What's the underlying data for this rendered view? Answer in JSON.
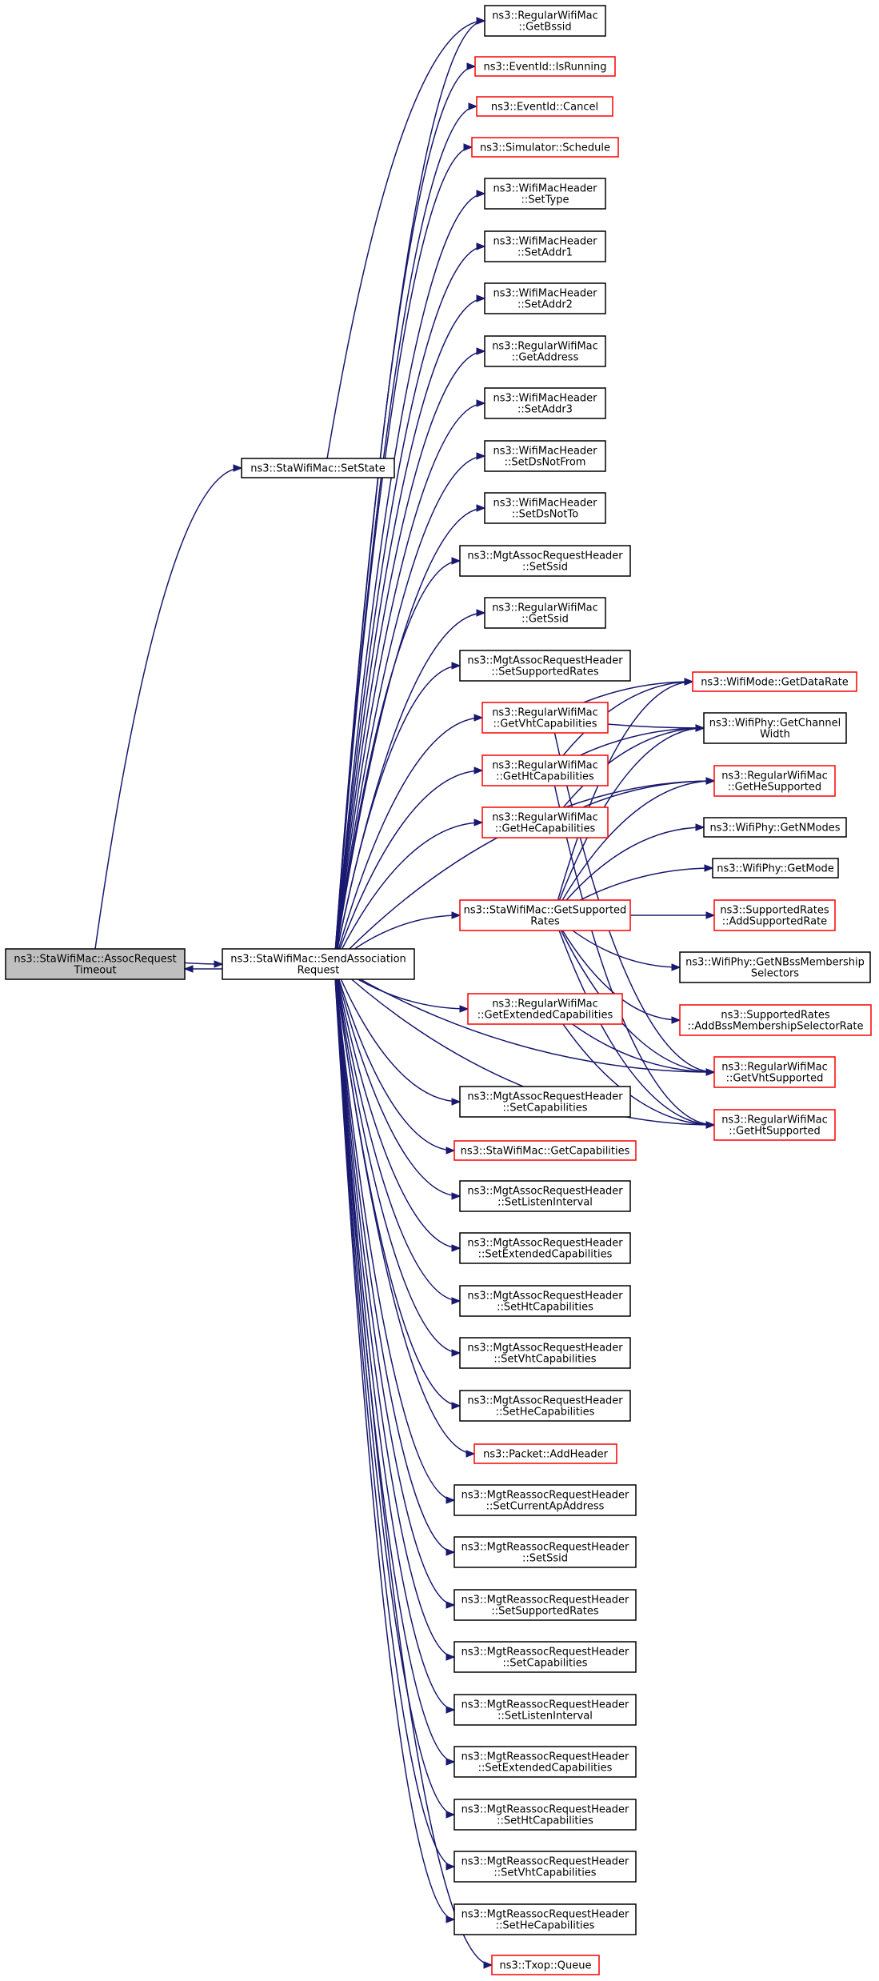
{
  "graph": {
    "root": "AssocRequestTimeout",
    "nodes": [
      {
        "id": "AssocRequestTimeout",
        "lines": [
          "ns3::StaWifiMac::AssocRequest",
          "Timeout"
        ],
        "style": "root"
      },
      {
        "id": "SetState",
        "lines": [
          "ns3::StaWifiMac::SetState"
        ],
        "style": "black"
      },
      {
        "id": "SendAssociationRequest",
        "lines": [
          "ns3::StaWifiMac::SendAssociation",
          "Request"
        ],
        "style": "black"
      },
      {
        "id": "GetBssid",
        "lines": [
          "ns3::RegularWifiMac",
          "::GetBssid"
        ],
        "style": "black"
      },
      {
        "id": "IsRunning",
        "lines": [
          "ns3::EventId::IsRunning"
        ],
        "style": "red"
      },
      {
        "id": "Cancel",
        "lines": [
          "ns3::EventId::Cancel"
        ],
        "style": "red"
      },
      {
        "id": "Schedule",
        "lines": [
          "ns3::Simulator::Schedule"
        ],
        "style": "red"
      },
      {
        "id": "SetType",
        "lines": [
          "ns3::WifiMacHeader",
          "::SetType"
        ],
        "style": "black"
      },
      {
        "id": "SetAddr1",
        "lines": [
          "ns3::WifiMacHeader",
          "::SetAddr1"
        ],
        "style": "black"
      },
      {
        "id": "SetAddr2",
        "lines": [
          "ns3::WifiMacHeader",
          "::SetAddr2"
        ],
        "style": "black"
      },
      {
        "id": "GetAddress",
        "lines": [
          "ns3::RegularWifiMac",
          "::GetAddress"
        ],
        "style": "black"
      },
      {
        "id": "SetAddr3",
        "lines": [
          "ns3::WifiMacHeader",
          "::SetAddr3"
        ],
        "style": "black"
      },
      {
        "id": "SetDsNotFrom",
        "lines": [
          "ns3::WifiMacHeader",
          "::SetDsNotFrom"
        ],
        "style": "black"
      },
      {
        "id": "SetDsNotTo",
        "lines": [
          "ns3::WifiMacHeader",
          "::SetDsNotTo"
        ],
        "style": "black"
      },
      {
        "id": "A_SetSsid",
        "lines": [
          "ns3::MgtAssocRequestHeader",
          "::SetSsid"
        ],
        "style": "black"
      },
      {
        "id": "GetSsid",
        "lines": [
          "ns3::RegularWifiMac",
          "::GetSsid"
        ],
        "style": "black"
      },
      {
        "id": "A_SetSupportedRates",
        "lines": [
          "ns3::MgtAssocRequestHeader",
          "::SetSupportedRates"
        ],
        "style": "black"
      },
      {
        "id": "GetVhtCapabilities",
        "lines": [
          "ns3::RegularWifiMac",
          "::GetVhtCapabilities"
        ],
        "style": "red"
      },
      {
        "id": "GetHtCapabilities",
        "lines": [
          "ns3::RegularWifiMac",
          "::GetHtCapabilities"
        ],
        "style": "red"
      },
      {
        "id": "GetHeCapabilities",
        "lines": [
          "ns3::RegularWifiMac",
          "::GetHeCapabilities"
        ],
        "style": "red"
      },
      {
        "id": "GetSupportedRates",
        "lines": [
          "ns3::StaWifiMac::GetSupported",
          "Rates"
        ],
        "style": "red"
      },
      {
        "id": "GetExtendedCapabilities",
        "lines": [
          "ns3::RegularWifiMac",
          "::GetExtendedCapabilities"
        ],
        "style": "red"
      },
      {
        "id": "A_SetCapabilities",
        "lines": [
          "ns3::MgtAssocRequestHeader",
          "::SetCapabilities"
        ],
        "style": "black"
      },
      {
        "id": "GetCapabilities",
        "lines": [
          "ns3::StaWifiMac::GetCapabilities"
        ],
        "style": "red"
      },
      {
        "id": "A_SetListenInterval",
        "lines": [
          "ns3::MgtAssocRequestHeader",
          "::SetListenInterval"
        ],
        "style": "black"
      },
      {
        "id": "A_SetExtendedCapabilities",
        "lines": [
          "ns3::MgtAssocRequestHeader",
          "::SetExtendedCapabilities"
        ],
        "style": "black"
      },
      {
        "id": "A_SetHtCapabilities",
        "lines": [
          "ns3::MgtAssocRequestHeader",
          "::SetHtCapabilities"
        ],
        "style": "black"
      },
      {
        "id": "A_SetVhtCapabilities",
        "lines": [
          "ns3::MgtAssocRequestHeader",
          "::SetVhtCapabilities"
        ],
        "style": "black"
      },
      {
        "id": "A_SetHeCapabilities",
        "lines": [
          "ns3::MgtAssocRequestHeader",
          "::SetHeCapabilities"
        ],
        "style": "black"
      },
      {
        "id": "AddHeader",
        "lines": [
          "ns3::Packet::AddHeader"
        ],
        "style": "red"
      },
      {
        "id": "R_SetCurrentApAddress",
        "lines": [
          "ns3::MgtReassocRequestHeader",
          "::SetCurrentApAddress"
        ],
        "style": "black"
      },
      {
        "id": "R_SetSsid",
        "lines": [
          "ns3::MgtReassocRequestHeader",
          "::SetSsid"
        ],
        "style": "black"
      },
      {
        "id": "R_SetSupportedRates",
        "lines": [
          "ns3::MgtReassocRequestHeader",
          "::SetSupportedRates"
        ],
        "style": "black"
      },
      {
        "id": "R_SetCapabilities",
        "lines": [
          "ns3::MgtReassocRequestHeader",
          "::SetCapabilities"
        ],
        "style": "black"
      },
      {
        "id": "R_SetListenInterval",
        "lines": [
          "ns3::MgtReassocRequestHeader",
          "::SetListenInterval"
        ],
        "style": "black"
      },
      {
        "id": "R_SetExtendedCapabilities",
        "lines": [
          "ns3::MgtReassocRequestHeader",
          "::SetExtendedCapabilities"
        ],
        "style": "black"
      },
      {
        "id": "R_SetHtCapabilities",
        "lines": [
          "ns3::MgtReassocRequestHeader",
          "::SetHtCapabilities"
        ],
        "style": "black"
      },
      {
        "id": "R_SetVhtCapabilities",
        "lines": [
          "ns3::MgtReassocRequestHeader",
          "::SetVhtCapabilities"
        ],
        "style": "black"
      },
      {
        "id": "R_SetHeCapabilities",
        "lines": [
          "ns3::MgtReassocRequestHeader",
          "::SetHeCapabilities"
        ],
        "style": "black"
      },
      {
        "id": "Queue",
        "lines": [
          "ns3::Txop::Queue"
        ],
        "style": "red"
      },
      {
        "id": "GetDataRate",
        "lines": [
          "ns3::WifiMode::GetDataRate"
        ],
        "style": "red"
      },
      {
        "id": "GetChannelWidth",
        "lines": [
          "ns3::WifiPhy::GetChannel",
          "Width"
        ],
        "style": "black"
      },
      {
        "id": "GetHeSupported",
        "lines": [
          "ns3::RegularWifiMac",
          "::GetHeSupported"
        ],
        "style": "red"
      },
      {
        "id": "GetNModes",
        "lines": [
          "ns3::WifiPhy::GetNModes"
        ],
        "style": "black"
      },
      {
        "id": "GetMode",
        "lines": [
          "ns3::WifiPhy::GetMode"
        ],
        "style": "black"
      },
      {
        "id": "AddSupportedRate",
        "lines": [
          "ns3::SupportedRates",
          "::AddSupportedRate"
        ],
        "style": "red"
      },
      {
        "id": "GetNBssMembershipSelectors",
        "lines": [
          "ns3::WifiPhy::GetNBssMembership",
          "Selectors"
        ],
        "style": "black"
      },
      {
        "id": "AddBssMembershipSelectorRate",
        "lines": [
          "ns3::SupportedRates",
          "::AddBssMembershipSelectorRate"
        ],
        "style": "red"
      },
      {
        "id": "GetVhtSupported",
        "lines": [
          "ns3::RegularWifiMac",
          "::GetVhtSupported"
        ],
        "style": "red"
      },
      {
        "id": "GetHtSupported",
        "lines": [
          "ns3::RegularWifiMac",
          "::GetHtSupported"
        ],
        "style": "red"
      }
    ],
    "edges": [
      [
        "AssocRequestTimeout",
        "SetState"
      ],
      [
        "AssocRequestTimeout",
        "SendAssociationRequest"
      ],
      [
        "SendAssociationRequest",
        "AssocRequestTimeout"
      ],
      [
        "SetState",
        "GetBssid"
      ],
      [
        "SendAssociationRequest",
        "GetBssid"
      ],
      [
        "SendAssociationRequest",
        "IsRunning"
      ],
      [
        "SendAssociationRequest",
        "Cancel"
      ],
      [
        "SendAssociationRequest",
        "Schedule"
      ],
      [
        "SendAssociationRequest",
        "SetType"
      ],
      [
        "SendAssociationRequest",
        "SetAddr1"
      ],
      [
        "SendAssociationRequest",
        "SetAddr2"
      ],
      [
        "SendAssociationRequest",
        "GetAddress"
      ],
      [
        "SendAssociationRequest",
        "SetAddr3"
      ],
      [
        "SendAssociationRequest",
        "SetDsNotFrom"
      ],
      [
        "SendAssociationRequest",
        "SetDsNotTo"
      ],
      [
        "SendAssociationRequest",
        "A_SetSsid"
      ],
      [
        "SendAssociationRequest",
        "GetSsid"
      ],
      [
        "SendAssociationRequest",
        "A_SetSupportedRates"
      ],
      [
        "SendAssociationRequest",
        "GetVhtCapabilities"
      ],
      [
        "SendAssociationRequest",
        "GetHtCapabilities"
      ],
      [
        "SendAssociationRequest",
        "GetHeCapabilities"
      ],
      [
        "SendAssociationRequest",
        "GetHeSupported"
      ],
      [
        "SendAssociationRequest",
        "GetSupportedRates"
      ],
      [
        "SendAssociationRequest",
        "GetVhtSupported"
      ],
      [
        "SendAssociationRequest",
        "GetExtendedCapabilities"
      ],
      [
        "SendAssociationRequest",
        "GetHtSupported"
      ],
      [
        "SendAssociationRequest",
        "A_SetCapabilities"
      ],
      [
        "SendAssociationRequest",
        "GetCapabilities"
      ],
      [
        "SendAssociationRequest",
        "A_SetListenInterval"
      ],
      [
        "SendAssociationRequest",
        "A_SetExtendedCapabilities"
      ],
      [
        "SendAssociationRequest",
        "A_SetHtCapabilities"
      ],
      [
        "SendAssociationRequest",
        "A_SetVhtCapabilities"
      ],
      [
        "SendAssociationRequest",
        "A_SetHeCapabilities"
      ],
      [
        "SendAssociationRequest",
        "AddHeader"
      ],
      [
        "SendAssociationRequest",
        "R_SetCurrentApAddress"
      ],
      [
        "SendAssociationRequest",
        "R_SetSsid"
      ],
      [
        "SendAssociationRequest",
        "R_SetSupportedRates"
      ],
      [
        "SendAssociationRequest",
        "R_SetCapabilities"
      ],
      [
        "SendAssociationRequest",
        "R_SetListenInterval"
      ],
      [
        "SendAssociationRequest",
        "R_SetExtendedCapabilities"
      ],
      [
        "SendAssociationRequest",
        "R_SetHtCapabilities"
      ],
      [
        "SendAssociationRequest",
        "R_SetVhtCapabilities"
      ],
      [
        "SendAssociationRequest",
        "R_SetHeCapabilities"
      ],
      [
        "SendAssociationRequest",
        "Queue"
      ],
      [
        "GetVhtCapabilities",
        "GetDataRate"
      ],
      [
        "GetVhtCapabilities",
        "GetChannelWidth"
      ],
      [
        "GetVhtCapabilities",
        "GetVhtSupported"
      ],
      [
        "GetHtCapabilities",
        "GetDataRate"
      ],
      [
        "GetHtCapabilities",
        "GetChannelWidth"
      ],
      [
        "GetHtCapabilities",
        "GetHtSupported"
      ],
      [
        "GetHeCapabilities",
        "GetChannelWidth"
      ],
      [
        "GetHeCapabilities",
        "GetHeSupported"
      ],
      [
        "GetSupportedRates",
        "GetDataRate"
      ],
      [
        "GetSupportedRates",
        "GetChannelWidth"
      ],
      [
        "GetSupportedRates",
        "GetHeSupported"
      ],
      [
        "GetSupportedRates",
        "GetNModes"
      ],
      [
        "GetSupportedRates",
        "GetMode"
      ],
      [
        "GetSupportedRates",
        "AddSupportedRate"
      ],
      [
        "GetSupportedRates",
        "GetNBssMembershipSelectors"
      ],
      [
        "GetSupportedRates",
        "AddBssMembershipSelectorRate"
      ],
      [
        "GetSupportedRates",
        "GetVhtSupported"
      ],
      [
        "GetSupportedRates",
        "GetHtSupported"
      ],
      [
        "GetExtendedCapabilities",
        "GetVhtSupported"
      ],
      [
        "GetExtendedCapabilities",
        "GetHtSupported"
      ]
    ]
  },
  "colors": {
    "edge": "#191970",
    "border_default": "#000000",
    "border_undocumented": "#ff0000",
    "root_fill": "#bfbfbf",
    "background": "#ffffff"
  }
}
